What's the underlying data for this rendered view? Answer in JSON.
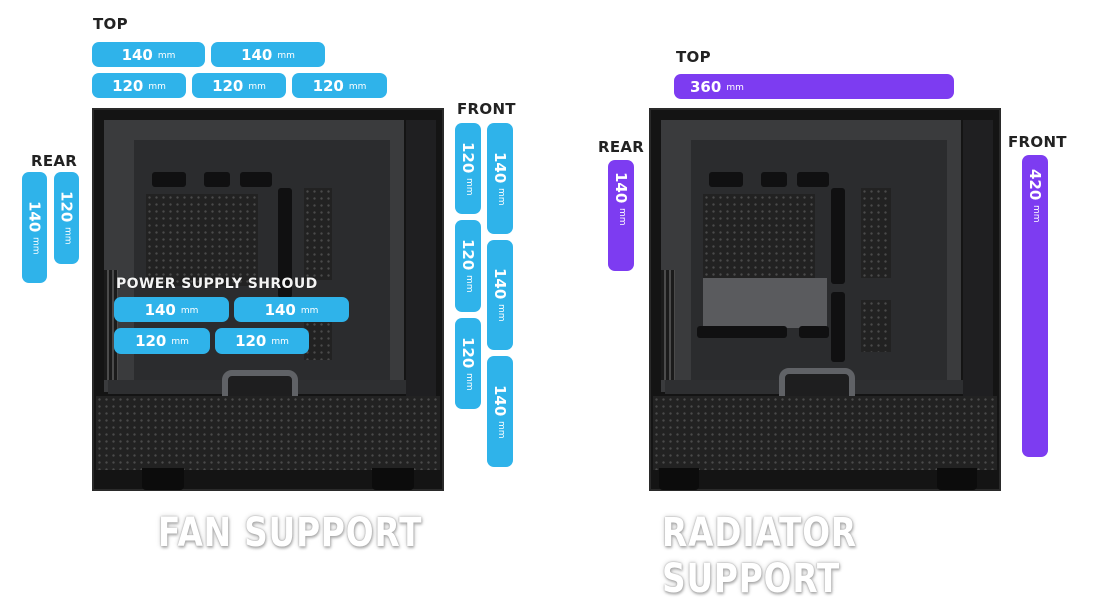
{
  "unit": "mm",
  "fan_support": {
    "title": "FAN SUPPORT",
    "top": {
      "label": "TOP",
      "row1": [
        "140",
        "140"
      ],
      "row2": [
        "120",
        "120",
        "120"
      ]
    },
    "rear": {
      "label": "REAR",
      "sizes": [
        "140",
        "120"
      ]
    },
    "front": {
      "label": "FRONT",
      "col1": [
        "120",
        "120",
        "120"
      ],
      "col2": [
        "140",
        "140",
        "140"
      ]
    },
    "psu_shroud": {
      "label": "POWER SUPPLY SHROUD",
      "row1": [
        "140",
        "140"
      ],
      "row2": [
        "120",
        "120"
      ]
    }
  },
  "radiator_support": {
    "title": "RADIATOR SUPPORT",
    "top": {
      "label": "TOP",
      "size": "360"
    },
    "rear": {
      "label": "REAR",
      "size": "140"
    },
    "front": {
      "label": "FRONT",
      "size": "420"
    }
  },
  "colors": {
    "fan_pill": "#2fb3ea",
    "radiator_pill": "#7d3cf1"
  }
}
